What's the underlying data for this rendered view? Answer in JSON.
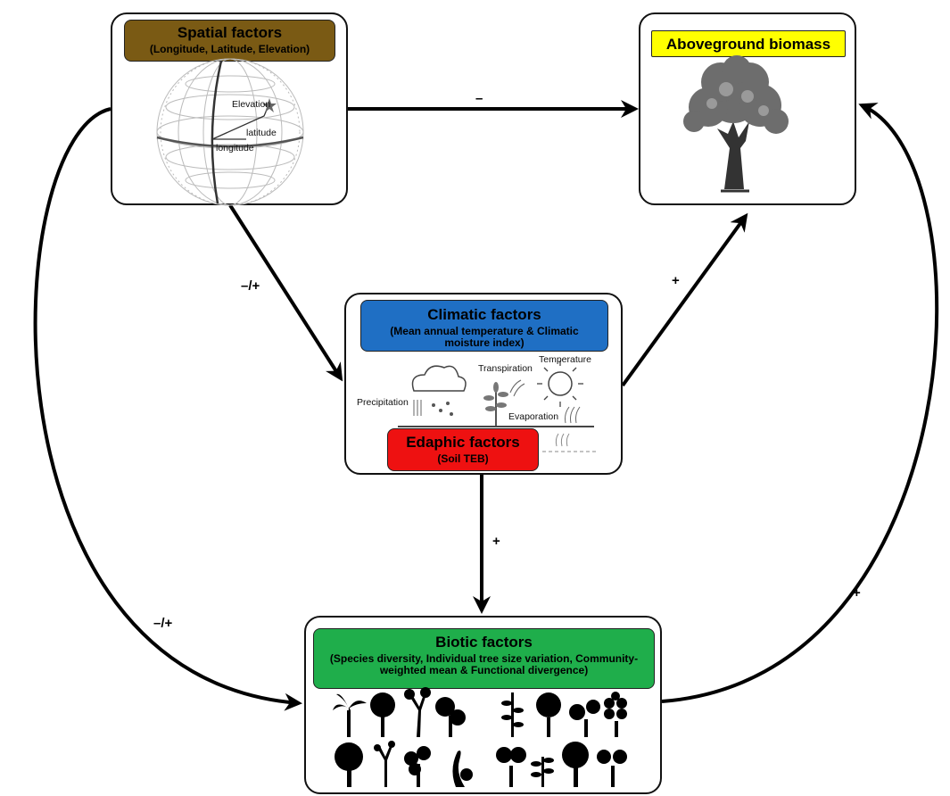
{
  "nodes": {
    "spatial": {
      "title": "Spatial factors",
      "subtitle": "(Longitude, Latitude, Elevation)",
      "color": "#7a5a14"
    },
    "biomass": {
      "title": "Aboveground biomass",
      "color": "#ffff00"
    },
    "climatic": {
      "title": "Climatic factors",
      "subtitle": "(Mean annual temperature & Climatic moisture index)",
      "color": "#1f6fc4"
    },
    "edaphic": {
      "title": "Edaphic factors",
      "subtitle": "(Soil TEB)",
      "color": "#ee1111"
    },
    "biotic": {
      "title": "Biotic factors",
      "subtitle": "(Species diversity, Individual tree size variation, Community-weighted mean & Functional divergence)",
      "color": "#1fae4b"
    }
  },
  "globe_labels": {
    "elevation": "Elevation",
    "latitude": "latitude",
    "longitude": "longitude"
  },
  "climate_labels": {
    "precipitation": "Precipitation",
    "transpiration": "Transpiration",
    "temperature": "Temperature",
    "evaporation": "Evaporation"
  },
  "edges": [
    {
      "from": "spatial",
      "to": "biomass",
      "sign": "–"
    },
    {
      "from": "spatial",
      "to": "climatic",
      "sign": "–/+"
    },
    {
      "from": "climatic",
      "to": "biomass",
      "sign": "+"
    },
    {
      "from": "edaphic",
      "to": "biotic",
      "sign": "+"
    },
    {
      "from": "spatial",
      "to": "biotic",
      "sign": "–/+"
    },
    {
      "from": "biotic",
      "to": "biomass",
      "sign": "+"
    }
  ]
}
